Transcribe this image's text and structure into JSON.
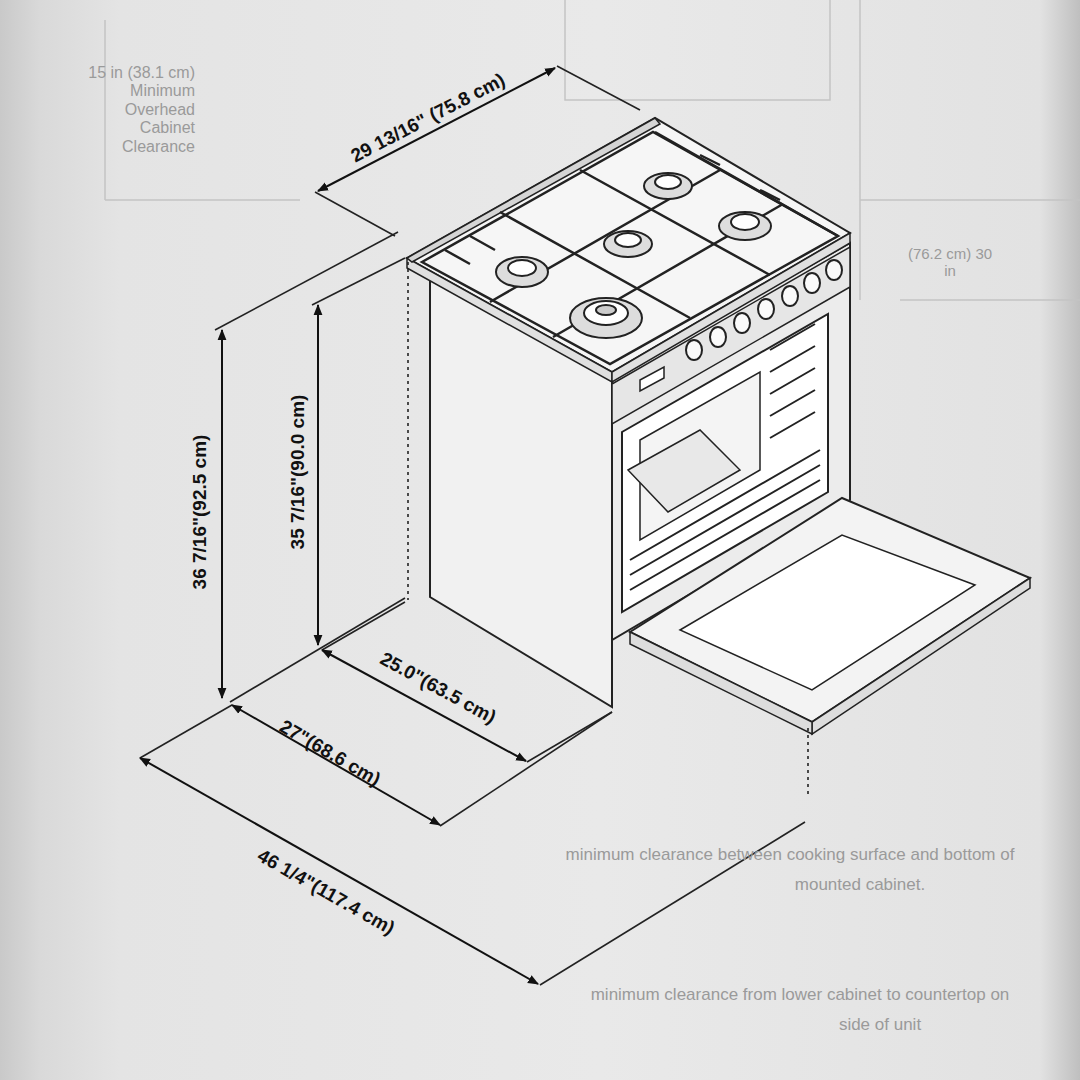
{
  "diagram": {
    "labels": [
      "29 13/16\"  (75.8 cm)",
      "36 7/16\"(92.5 cm)",
      "35 7/16\"(90.0 cm)",
      "25.0\"(63.5 cm)",
      "27\"(68.6 cm)",
      "46 1/4\"(117.4 cm)",
      "15 in (38.1 cm) Minimum Overhead Cabinet Clearance",
      "(76.2 cm) 30 in",
      "minimum clearance between cooking surface and bottom of",
      "mounted cabinet.",
      "minimum clearance from lower cabinet to countertop on",
      "side of unit"
    ]
  }
}
